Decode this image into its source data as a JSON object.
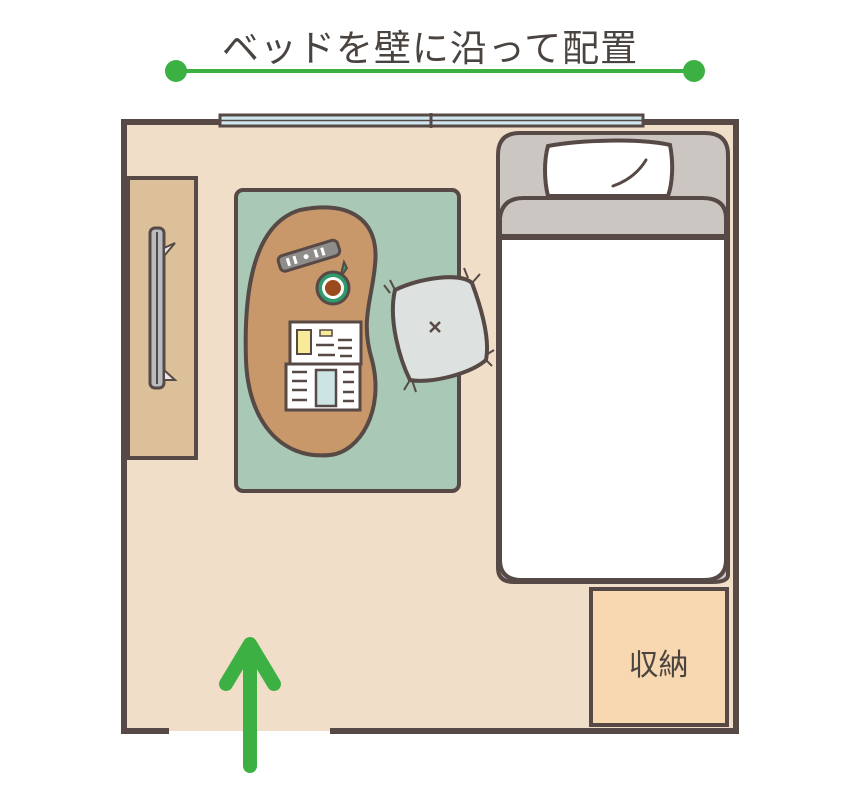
{
  "title": "ベッドを壁に沿って配置",
  "colors": {
    "accent_green": "#3cb043",
    "wall": "#574a46",
    "floor": "#f0dec9",
    "rug": "#a9c8b6",
    "table": "#c9986a",
    "tv_stand": "#dcc09a",
    "bed_frame": "#cbc6c2",
    "bed_sheet": "#ffffff",
    "storage": "#f8d8b0",
    "cushion": "#dde2e1",
    "window": "#cfe6ef"
  },
  "rooms": {
    "storage_label": "収納"
  },
  "furniture": [
    {
      "name": "tv-stand",
      "has_tv": true
    },
    {
      "name": "rug"
    },
    {
      "name": "low-table",
      "items": [
        "remote",
        "coffee-cup",
        "magazine"
      ]
    },
    {
      "name": "cushion"
    },
    {
      "name": "bed",
      "parts": [
        "headboard",
        "pillow",
        "blanket"
      ]
    },
    {
      "name": "storage"
    }
  ],
  "indicators": {
    "top_line": "bed-wall-dimension-line",
    "arrow": "entrance-arrow-up"
  }
}
